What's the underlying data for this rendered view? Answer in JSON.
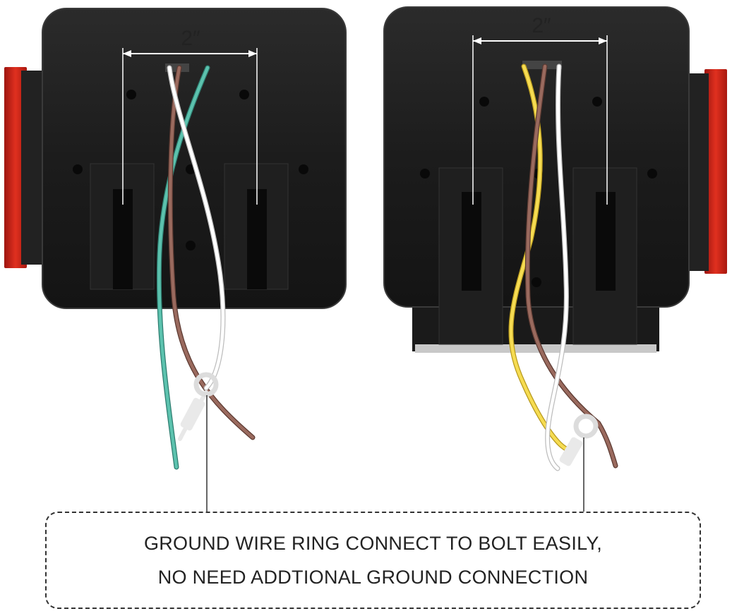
{
  "left_light": {
    "dimension_label": "2″"
  },
  "right_light": {
    "dimension_label": "2″"
  },
  "callout": {
    "line1": "GROUND WIRE RING CONNECT TO BOLT EASILY,",
    "line2": "NO NEED ADDTIONAL GROUND CONNECTION"
  },
  "colors": {
    "housing": "#1b1b1b",
    "lens_red": "#d8261b",
    "wire_green": "#4fb3a1",
    "wire_brown": "#8a5a4f",
    "wire_white": "#f4f4f4",
    "wire_yellow": "#f2d84a"
  }
}
